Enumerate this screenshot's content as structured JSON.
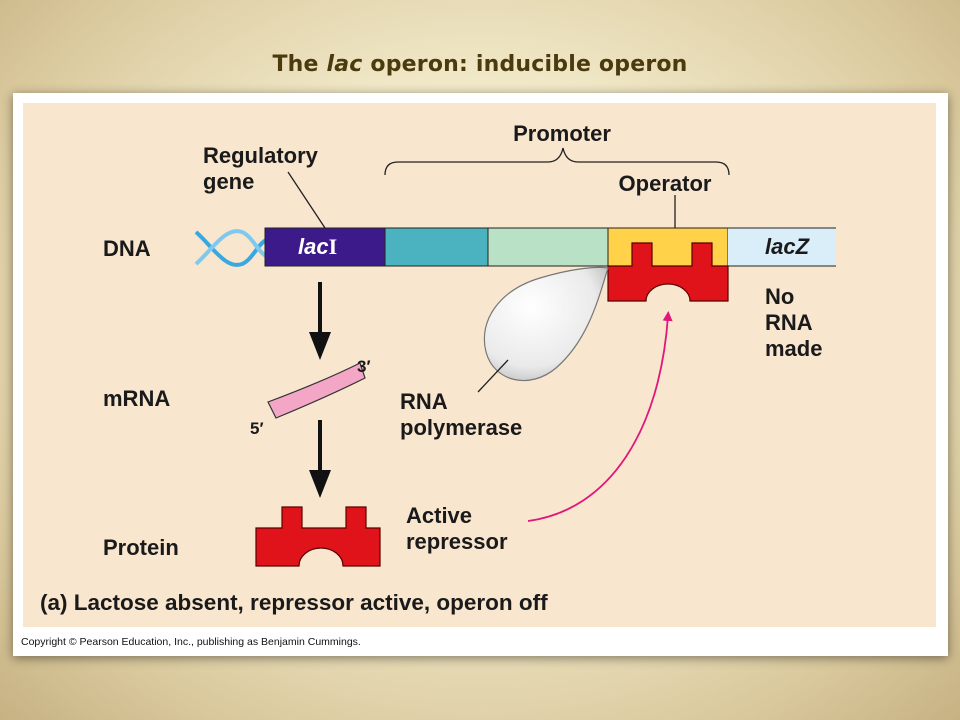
{
  "slide": {
    "title_prefix": "The ",
    "title_italic": "lac",
    "title_suffix": " operon: inducible operon"
  },
  "figure": {
    "labels": {
      "promoter": "Promoter",
      "regulatory_gene_line1": "Regulatory",
      "regulatory_gene_line2": "gene",
      "operator": "Operator",
      "dna": "DNA",
      "laci_prefix": "lac",
      "laci_suffix": "I",
      "lacz": "lacZ",
      "no_rna_line1": "No",
      "no_rna_line2": "RNA",
      "no_rna_line3": "made",
      "mrna": "mRNA",
      "three_prime": "3′",
      "five_prime": "5′",
      "rna_polymerase_line1": "RNA",
      "rna_polymerase_line2": "polymerase",
      "active_repressor_line1": "Active",
      "active_repressor_line2": "repressor",
      "protein": "Protein",
      "caption": "(a) Lactose absent, repressor active, operon off"
    },
    "colors": {
      "panel_bg": "#f8e6cf",
      "laci_gene": "#3d1a8a",
      "promoter_region_1": "#4ab3bf",
      "promoter_region_2": "#b9e1c6",
      "operator": "#ffd24a",
      "lacz_gene": "#d9eef8",
      "repressor": "#e0121a",
      "mrna": "#f4a6c6",
      "arrow_magenta": "#e0187a",
      "dna_helix": "#3aa8e0"
    }
  },
  "copyright": "Copyright © Pearson Education, Inc., publishing as Benjamin Cummings."
}
